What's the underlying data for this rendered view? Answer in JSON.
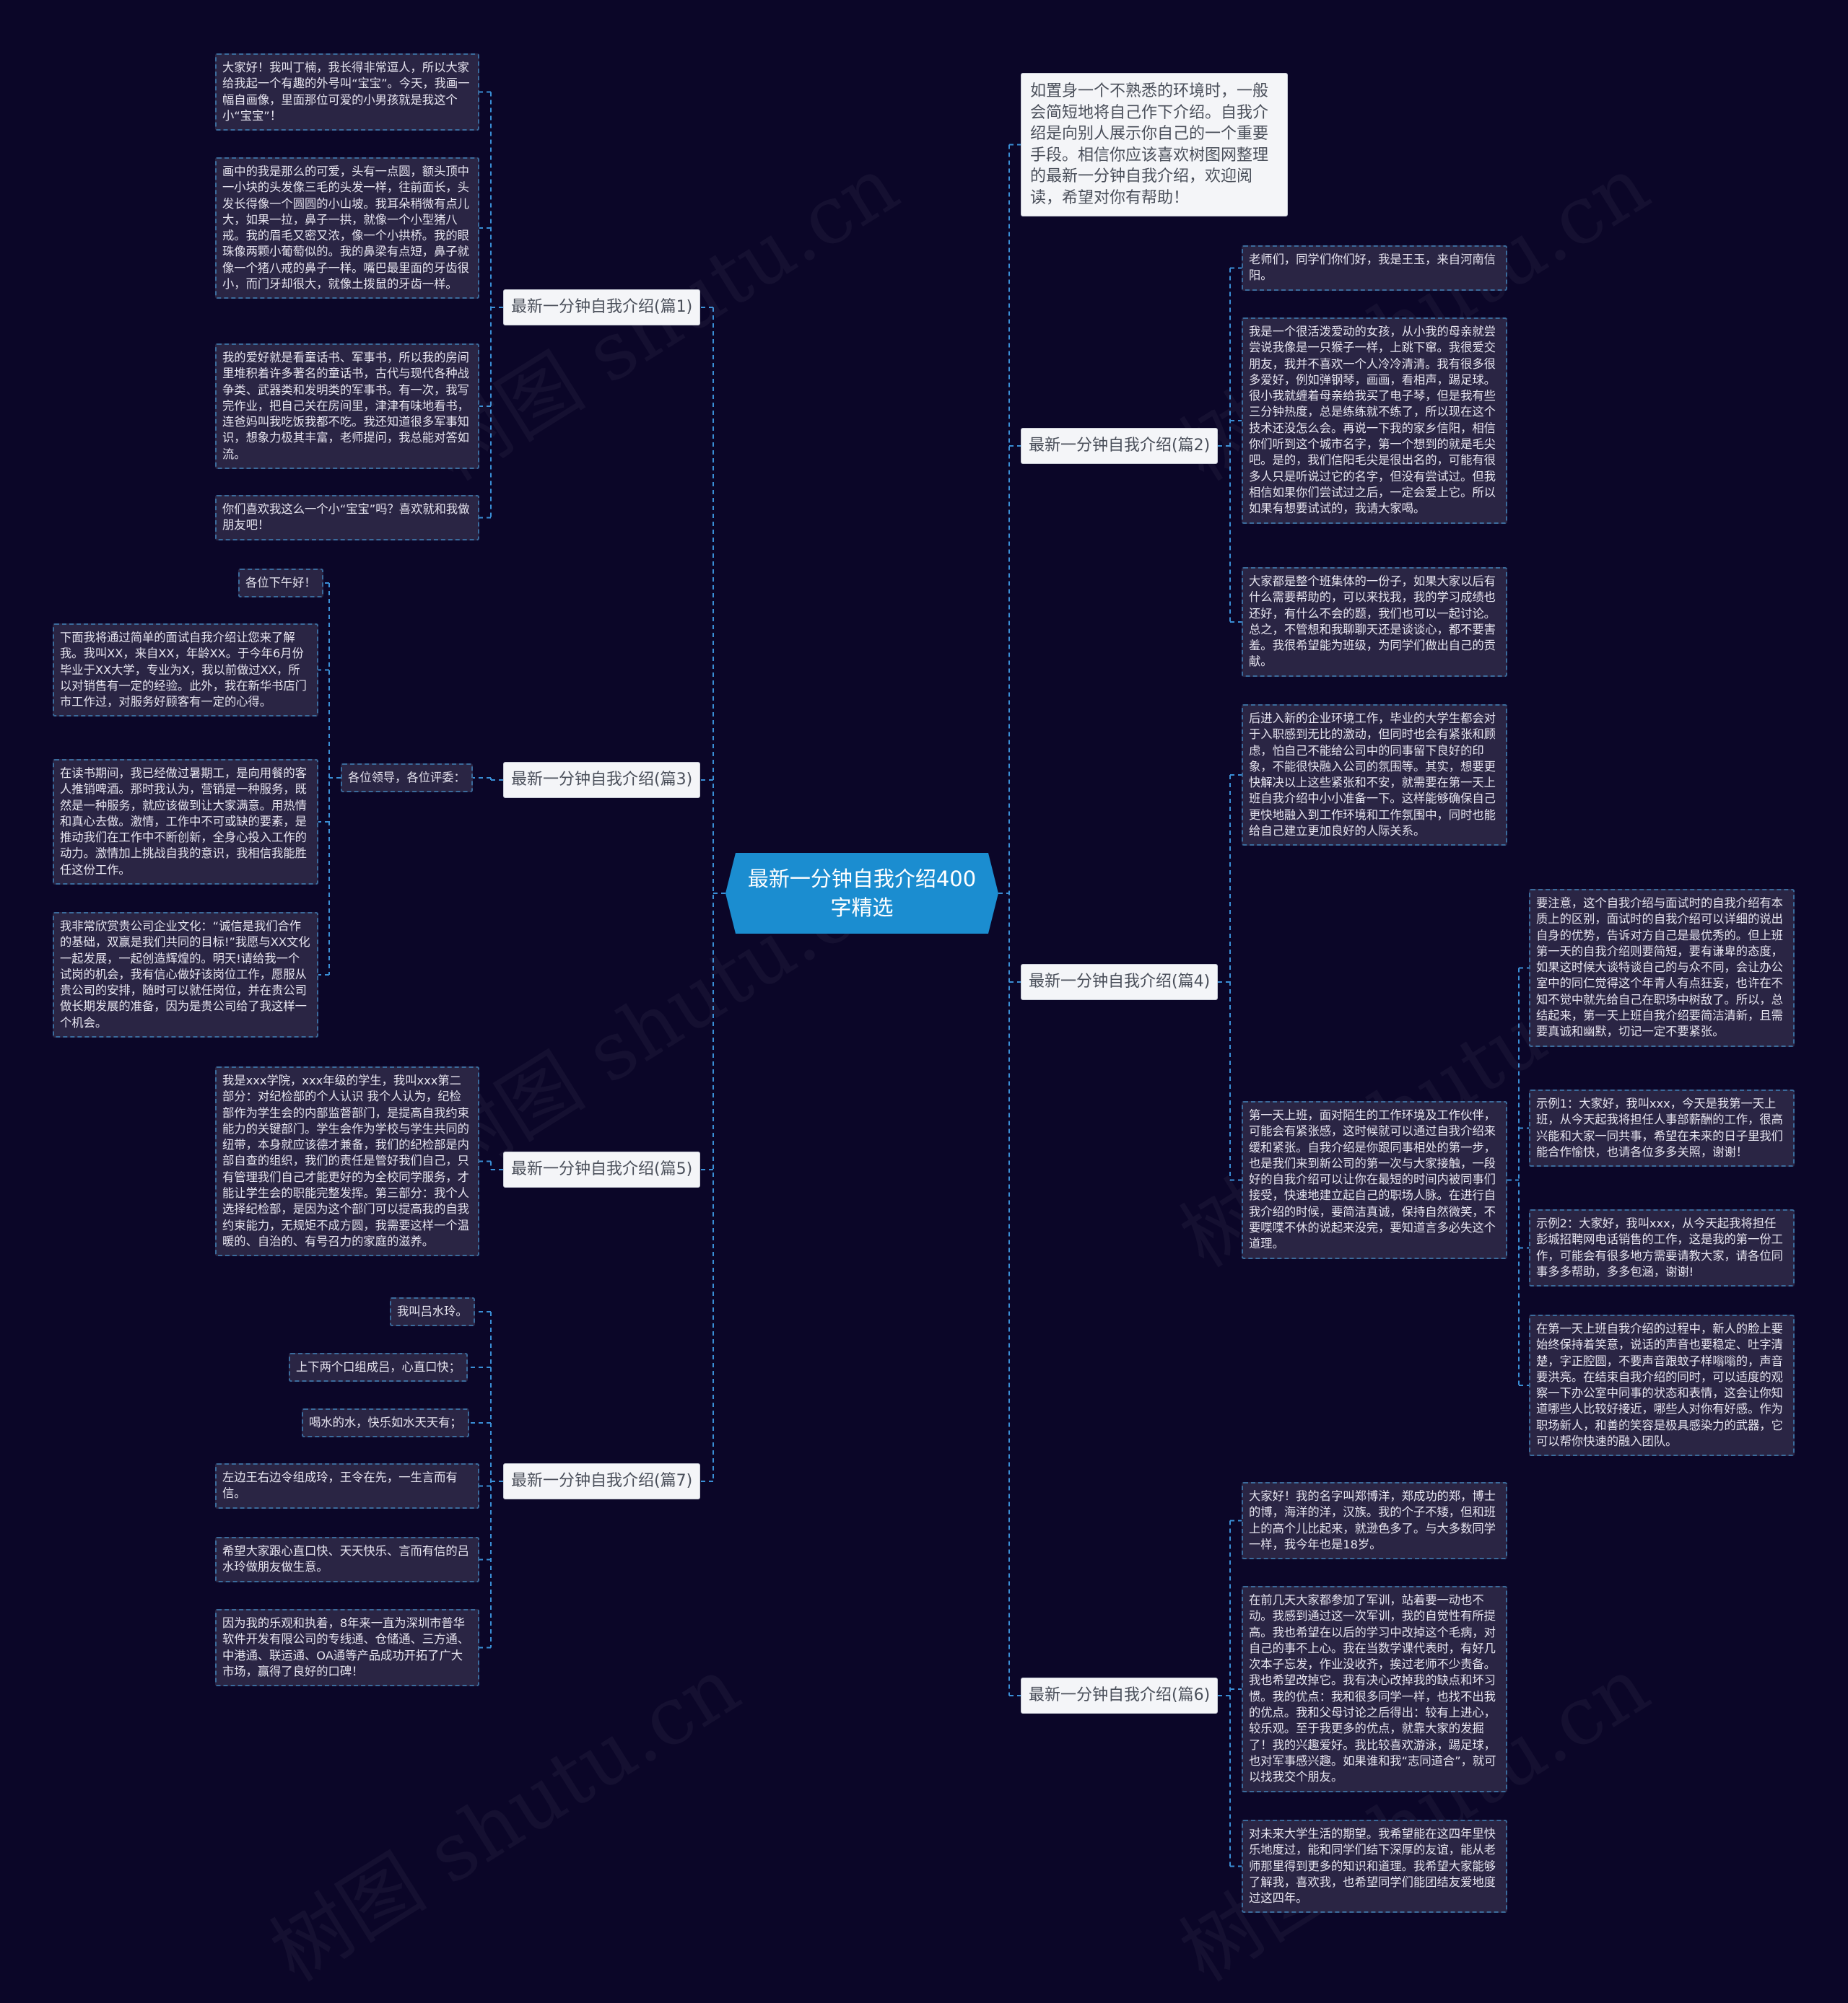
{
  "root": {
    "title": "最新一分钟自我介绍400字精选"
  },
  "intro": "如置身一个不熟悉的环境时，一般会简短地将自己作下介绍。自我介绍是向别人展示你自己的一个重要手段。相信你应该喜欢树图网整理的最新一分钟自我介绍，欢迎阅读，希望对你有帮助！",
  "watermark": "树图 shutu.cn",
  "branches": {
    "p1": {
      "label": "最新一分钟自我介绍(篇1)",
      "leaves": [
        "大家好！我叫丁楠，我长得非常逗人，所以大家给我起一个有趣的外号叫“宝宝”。今天，我画一幅自画像，里面那位可爱的小男孩就是我这个小“宝宝”！",
        "画中的我是那么的可爱，头有一点圆，额头顶中一小块的头发像三毛的头发一样，往前面长，头发长得像一个圆圆的小山坡。我耳朵稍微有点儿大，如果一拉，鼻子一拱，就像一个小型猪八戒。我的眉毛又密又浓，像一个小拱桥。我的眼珠像两颗小葡萄似的。我的鼻梁有点短，鼻子就像一个猪八戒的鼻子一样。嘴巴最里面的牙齿很小，而门牙却很大，就像土拨鼠的牙齿一样。",
        "我的爱好就是看童话书、军事书，所以我的房间里堆积着许多著名的童话书，古代与现代各种战争类、武器类和发明类的军事书。有一次，我写完作业，把自己关在房间里，津津有味地看书，连爸妈叫我吃饭我都不吃。我还知道很多军事知识，想象力极其丰富，老师提问，我总能对答如流。",
        "你们喜欢我这么一个小“宝宝”吗？喜欢就和我做朋友吧！"
      ]
    },
    "p3": {
      "label": "最新一分钟自我介绍(篇3)",
      "leaf_top": "各位下午好！",
      "sub": "各位领导，各位评委：",
      "leaves": [
        "下面我将通过简单的面试自我介绍让您来了解我。我叫XX，来自XX，年龄XX。于今年6月份毕业于XX大学，专业为X，我以前做过XX，所以对销售有一定的经验。此外，我在新华书店门市工作过，对服务好顾客有一定的心得。",
        "在读书期间，我已经做过暑期工，是向用餐的客人推销啤酒。那时我认为，营销是一种服务，既然是一种服务，就应该做到让大家满意。用热情和真心去做。激情，工作中不可或缺的要素，是推动我们在工作中不断创新，全身心投入工作的动力。激情加上挑战自我的意识，我相信我能胜任这份工作。",
        "我非常欣赏贵公司企业文化：“诚信是我们合作的基础，双赢是我们共同的目标!”我愿与XX文化一起发展，一起创造辉煌的。明天!请给我一个试岗的机会，我有信心做好该岗位工作，愿服从贵公司的安排，随时可以就任岗位，并在贵公司做长期发展的准备，因为是贵公司给了我这样一个机会。"
      ]
    },
    "p5": {
      "label": "最新一分钟自我介绍(篇5)",
      "leaves": [
        "我是xxx学院，xxx年级的学生，我叫xxx第二部分：对纪检部的个人认识 我个人认为，纪检部作为学生会的内部监督部门，是提高自我约束能力的关键部门。学生会作为学校与学生共同的纽带，本身就应该德才兼备，我们的纪检部是内部自查的组织，我们的责任是管好我们自己，只有管理我们自己才能更好的为全校同学服务，才能让学生会的职能完整发挥。第三部分：我个人选择纪检部，是因为这个部门可以提高我的自我约束能力，无规矩不成方圆，我需要这样一个温暖的、自治的、有号召力的家庭的滋养。"
      ]
    },
    "p7": {
      "label": "最新一分钟自我介绍(篇7)",
      "leaves": [
        "我叫吕水玲。",
        "上下两个口组成吕，心直口快；",
        "喝水的水，快乐如水天天有；",
        "左边王右边令组成玲，王令在先，一生言而有信。",
        "希望大家跟心直口快、天天快乐、言而有信的吕水玲做朋友做生意。",
        "因为我的乐观和执着，8年来一直为深圳市普华软件开发有限公司的专线通、仓储通、三方通、中港通、联运通、OA通等产品成功开拓了广大市场，赢得了良好的口碑！"
      ]
    },
    "p2": {
      "label": "最新一分钟自我介绍(篇2)",
      "leaves": [
        "老师们，同学们你们好，我是王玉，来自河南信阳。",
        "我是一个很活泼爱动的女孩，从小我的母亲就尝尝说我像是一只猴子一样，上跳下窜。我很爱交朋友，我并不喜欢一个人冷冷清清。我有很多很多爱好，例如弹钢琴，画画，看相声，踢足球。很小我就缠着母亲给我买了电子琴，但是我有些三分钟热度，总是练练就不练了，所以现在这个技术还没怎么会。再说一下我的家乡信阳，相信你们听到这个城市名字，第一个想到的就是毛尖吧。是的，我们信阳毛尖是很出名的，可能有很多人只是听说过它的名字，但没有尝试过。但我相信如果你们尝试过之后，一定会爱上它。所以如果有想要试试的，我请大家喝。",
        "大家都是整个班集体的一份子，如果大家以后有什么需要帮助的，可以来找我，我的学习成绩也还好，有什么不会的题，我们也可以一起讨论。总之，不管想和我聊聊天还是谈谈心，都不要害羞。我很希望能为班级，为同学们做出自己的贡献。"
      ]
    },
    "p4": {
      "label": "最新一分钟自我介绍(篇4)",
      "leaves": [
        "后进入新的企业环境工作，毕业的大学生都会对于入职感到无比的激动，但同时也会有紧张和顾虑，怕自己不能给公司中的同事留下良好的印象，不能很快融入公司的氛围等。其实，想要更快解决以上这些紧张和不安，就需要在第一天上班自我介绍中小小准备一下。这样能够确保自己更快地融入到工作环境和工作氛围中，同时也能给自己建立更加良好的人际关系。",
        "第一天上班，面对陌生的工作环境及工作伙伴，可能会有紧张感，这时候就可以通过自我介绍来缓和紧张。自我介绍是你跟同事相处的第一步，也是我们来到新公司的第一次与大家接触，一段好的自我介绍可以让你在最短的时间内被同事们接受，快速地建立起自己的职场人脉。在进行自我介绍的时候，要简洁真诚，保持自然微笑，不要喋喋不休的说起来没完，要知道言多必失这个道理。"
      ],
      "sub_leaves": [
        "要注意，这个自我介绍与面试时的自我介绍有本质上的区别，面试时的自我介绍可以详细的说出自身的优势，告诉对方自己是最优秀的。但上班第一天的自我介绍则要简短，要有谦卑的态度，如果这时候大谈特谈自己的与众不同，会让办公室中的同仁觉得这个年青人有点狂妄，也许在不知不觉中就先给自己在职场中树敌了。所以，总结起来，第一天上班自我介绍要简洁清新，且需要真诚和幽默，切记一定不要紧张。",
        "示例1：大家好，我叫xxx，今天是我第一天上班，从今天起我将担任人事部薪酬的工作，很高兴能和大家一同共事，希望在未来的日子里我们能合作愉快，也请各位多多关照，谢谢！",
        "示例2：大家好，我叫xxx，从今天起我将担任彭城招聘网电话销售的工作，这是我的第一份工作，可能会有很多地方需要请教大家，请各位同事多多帮助，多多包涵，谢谢!",
        "在第一天上班自我介绍的过程中，新人的脸上要始终保持着笑意，说话的声音也要稳定、吐字清楚，字正腔圆，不要声音跟蚊子样嗡嗡的，声音要洪亮。在结束自我介绍的同时，可以适度的观察一下办公室中同事的状态和表情，这会让你知道哪些人比较好接近，哪些人对你有好感。作为职场新人，和善的笑容是极具感染力的武器，它可以帮你快速的融入团队。"
      ]
    },
    "p6": {
      "label": "最新一分钟自我介绍(篇6)",
      "leaves": [
        "大家好！我的名字叫郑博洋，郑成功的郑，博士的博，海洋的洋，汉族。我的个子不矮，但和班上的高个儿比起来，就逊色多了。与大多数同学一样，我今年也是18岁。",
        "在前几天大家都参加了军训，站着要一动也不动。我感到通过这一次军训，我的自觉性有所提高。我也希望在以后的学习中改掉这个毛病，对自己的事不上心。我在当数学课代表时，有好几次本子忘发，作业没收齐，挨过老师不少责备。我也希望改掉它。我有决心改掉我的缺点和坏习惯。我的优点：我和很多同学一样，也找不出我的优点。我和父母讨论之后得出：较有上进心，较乐观。至于我更多的优点，就靠大家的发掘了！我的兴趣爱好。我比较喜欢游泳，踢足球，也对军事感兴趣。如果谁和我“志同道合”，就可以找我交个朋友。",
        "对未来大学生活的期望。我希望能在这四年里快乐地度过，能和同学们结下深厚的友谊，能从老师那里得到更多的知识和道理。我希望大家能够了解我，喜欢我，也希望同学们能团结友爱地度过这四年。"
      ]
    }
  }
}
